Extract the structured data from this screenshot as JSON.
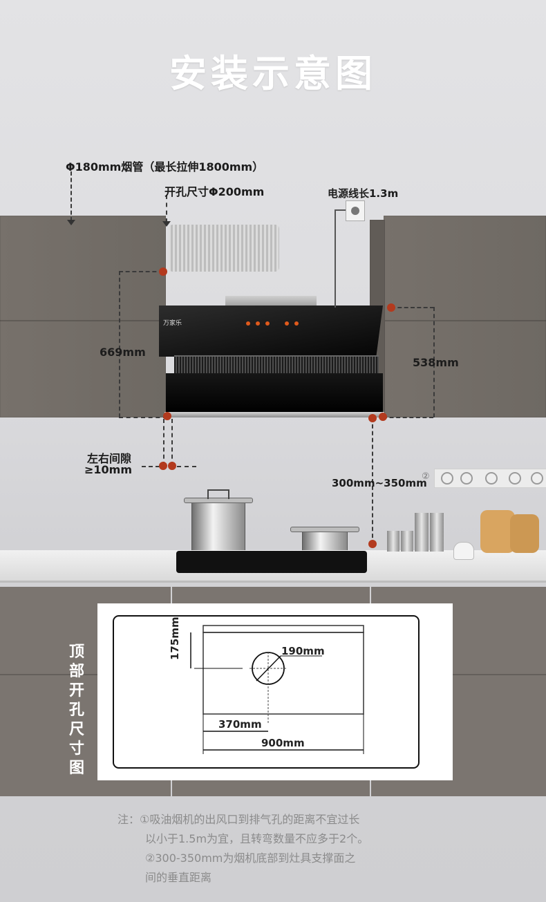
{
  "title": "安装示意图",
  "labels": {
    "pipe": "Φ180mm烟管（最长拉伸1800mm）",
    "hole": "开孔尺寸Φ200mm",
    "power": "电源线长1.3m",
    "height_left": "669mm",
    "height_right": "538mm",
    "gap_line1": "左右间隙",
    "gap_line2": "≥10mm",
    "clearance": "300mm~350mm",
    "clearance_mark": "②"
  },
  "hood": {
    "brand": "万家乐",
    "led_count": 5,
    "led_color": "#e05a1c"
  },
  "inset": {
    "side_title": [
      "顶",
      "部",
      "开",
      "孔",
      "尺",
      "寸",
      "图"
    ],
    "dim_175": "175mm",
    "dim_190": "190mm",
    "dim_370": "370mm",
    "dim_900": "900mm"
  },
  "note": {
    "line1": "注：①吸油烟机的出风口到排气孔的距离不宜过长",
    "line2": "以小于1.5m为宜，且转弯数量不应多于2个。",
    "line3": "②300-350mm为烟机底部到灶具支撑面之",
    "line4": "间的垂直距离"
  },
  "colors": {
    "marker": "#b33a1e",
    "cabinet": "#77716b",
    "title": "#ffffff"
  }
}
